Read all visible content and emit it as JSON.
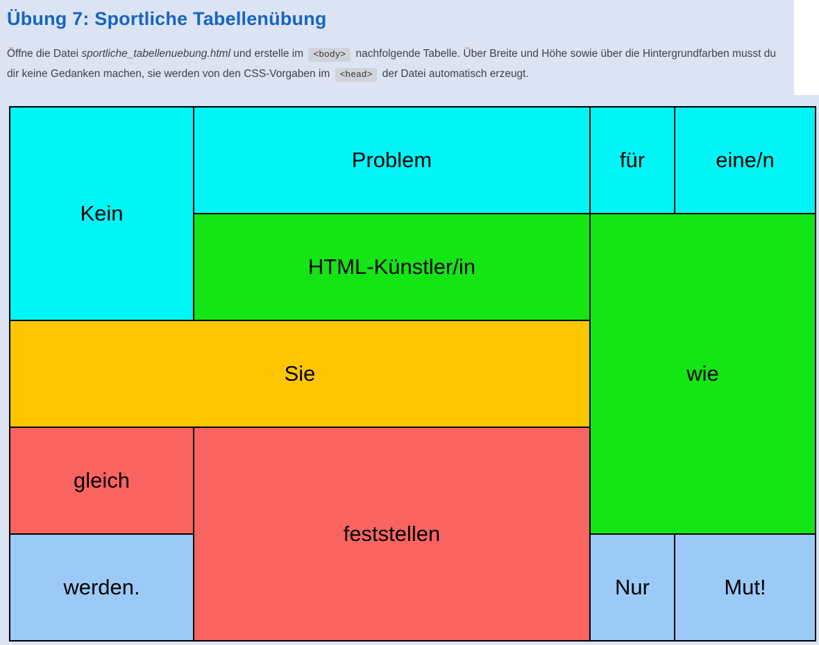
{
  "header": {
    "title": "Übung 7: Sportliche Tabellenübung",
    "title_color": "#1565c2",
    "panel_bg": "#dce3f3",
    "text_color": "#3d4249",
    "instructions": {
      "part1": "Öffne die Datei ",
      "filename": "sportliche_tabellenuebung.html",
      "part2": " und erstelle im ",
      "code_body": "<body>",
      "part3": " nachfolgende Tabelle. Über Breite und Höhe sowie über die Hintergrundfarben musst du dir keine Gedanken machen, sie werden von den CSS-Vorgaben im ",
      "code_head": "<head>",
      "part4": " der Datei automatisch erzeugt.",
      "code_chip_bg": "#d0d3da"
    }
  },
  "table": {
    "border_color": "#000000",
    "cells": {
      "kein": {
        "label": "Kein",
        "color": "#00f6f6"
      },
      "problem": {
        "label": "Problem",
        "color": "#00f6f6"
      },
      "fuer": {
        "label": "für",
        "color": "#00f6f6"
      },
      "einen": {
        "label": "eine/n",
        "color": "#00f6f6"
      },
      "kuenstler": {
        "label": "HTML-Künstler/in",
        "color": "#14e514"
      },
      "wie": {
        "label": "wie",
        "color": "#14e514"
      },
      "sie": {
        "label": "Sie",
        "color": "#fec601"
      },
      "gleich": {
        "label": "gleich",
        "color": "#f96461"
      },
      "feststellen": {
        "label": "feststellen",
        "color": "#f96461"
      },
      "werden": {
        "label": "werden.",
        "color": "#9bcaf6"
      },
      "nur": {
        "label": "Nur",
        "color": "#9bcaf6"
      },
      "mut": {
        "label": "Mut!",
        "color": "#9bcaf6"
      }
    }
  }
}
